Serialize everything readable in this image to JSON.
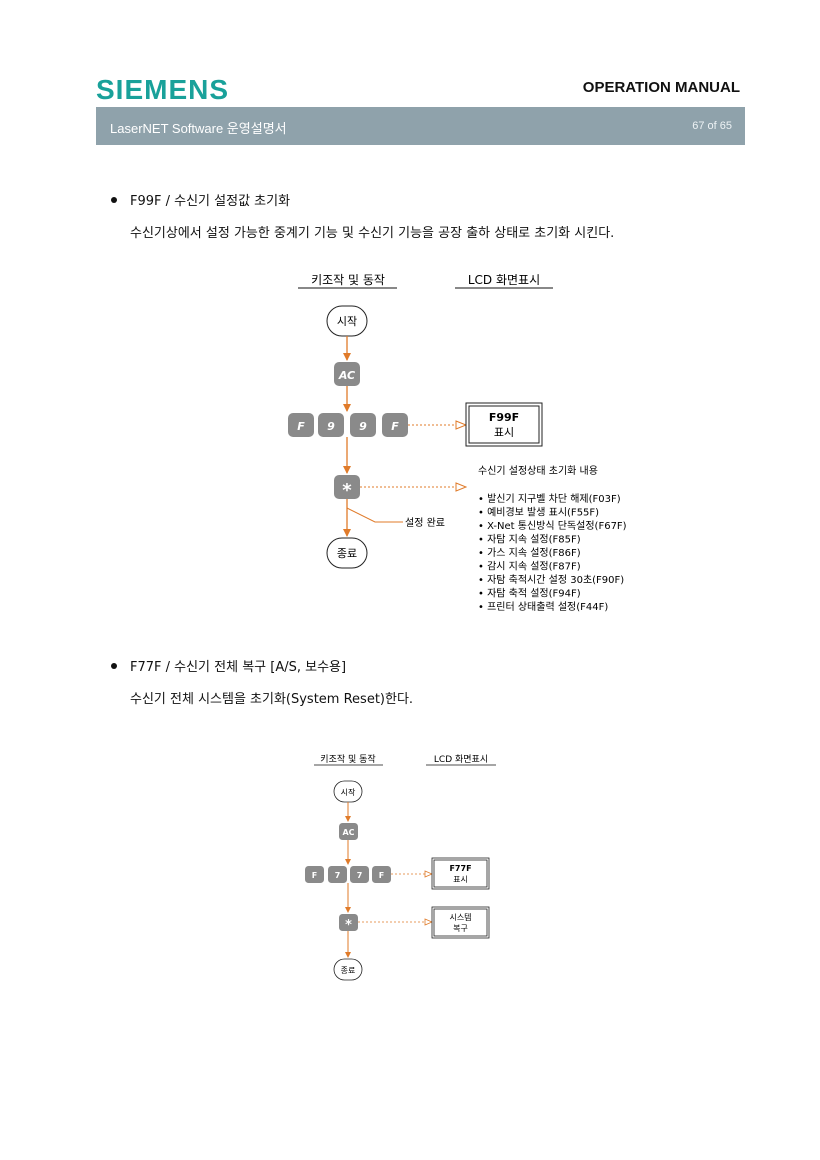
{
  "header": {
    "logo": "SIEMENS",
    "manual_title": "OPERATION MANUAL",
    "doc_title": "LaserNET Software  운영설명서",
    "page": "67 of 65"
  },
  "colors": {
    "logo": "#19a19a",
    "header_bar": "#8fa2ab",
    "arrow": "#e07b2a",
    "key": "#8a8a8a"
  },
  "section1": {
    "heading": "F99F /  수신기  설정값  초기화",
    "desc": "수신기상에서  설정  가능한    중계기  기능  및  수신기  기능을  공장  출하  상태로  초기화  시킨다.",
    "col_keys": "키조작 및 동작",
    "col_lcd": "LCD  화면표시",
    "start": "시작",
    "key_ac": "AC",
    "keys": [
      "F",
      "9",
      "9",
      "F"
    ],
    "key_star": "*",
    "lcd_code": "F99F",
    "lcd_label": "표시",
    "done_label": "설정 완료",
    "end": "종료",
    "info_title": "수신기 설정상태 초기화 내용",
    "info_items": [
      "• 발신기 지구벨 차단 해제(F03F)",
      "• 예비경보 발생 표시(F55F)",
      "• X-Net 통신방식 단독설정(F67F)",
      "• 자탐 지속 설정(F85F)",
      "• 가스 지속 설정(F86F)",
      "• 감시 지속 설정(F87F)",
      "• 자탐 축적시간 설정 30초(F90F)",
      "• 자탐 축적 설정(F94F)",
      "• 프린터 상태출력 설정(F44F)"
    ]
  },
  "section2": {
    "heading": "F77F /  수신기  전체  복구  [A/S,  보수용]",
    "desc": "수신기  전체  시스템을  초기화(System Reset)한다.",
    "col_keys": "키조작 및 동작",
    "col_lcd": "LCD  화면표시",
    "start": "시작",
    "key_ac": "AC",
    "keys": [
      "F",
      "7",
      "7",
      "F"
    ],
    "key_star": "*",
    "lcd1_code": "F77F",
    "lcd1_label": "표시",
    "lcd2_line1": "시스템",
    "lcd2_line2": "복구",
    "end": "종료"
  }
}
